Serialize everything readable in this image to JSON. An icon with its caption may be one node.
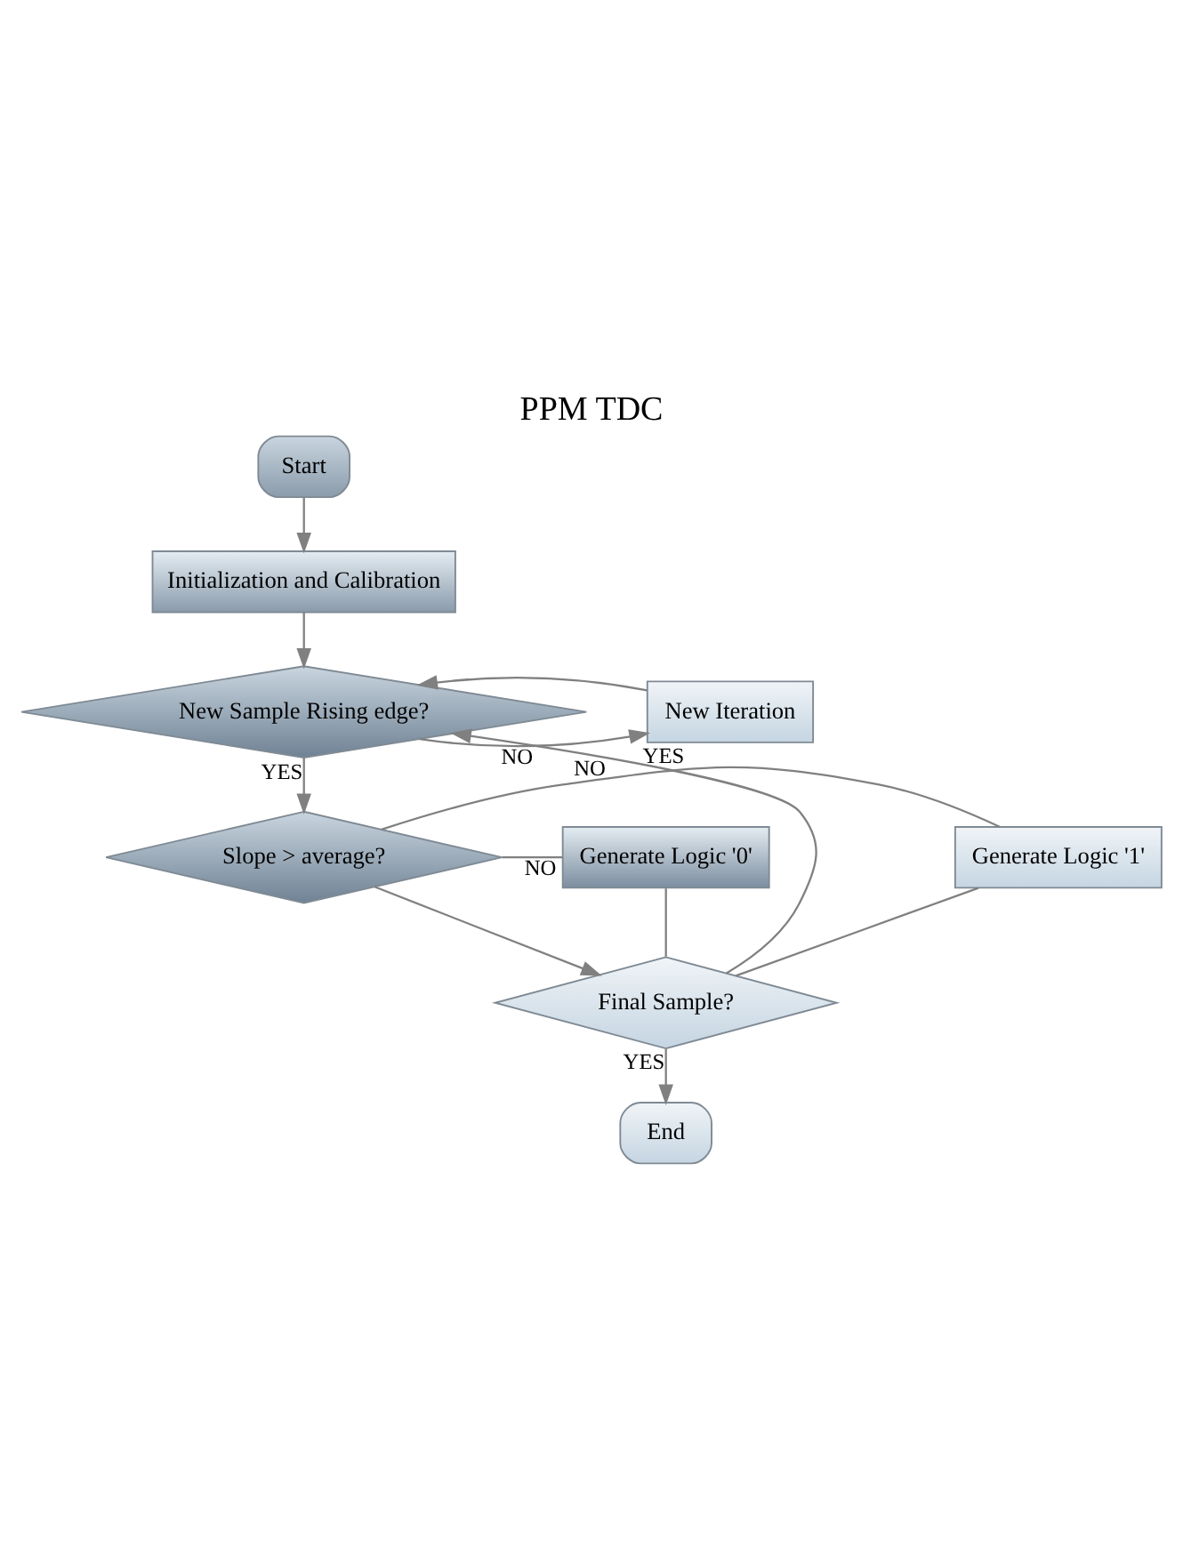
{
  "diagram": {
    "title": "PPM TDC",
    "nodes": [
      {
        "text": [
          "Start"
        ]
      },
      {
        "text": [
          "Initialization and Calibration"
        ]
      },
      {
        "text": [
          "New Sample Rising edge?"
        ]
      },
      {
        "text": [
          "New Iteration"
        ]
      },
      {
        "text": [
          "Generate Logic '1'"
        ]
      },
      {
        "text": [
          "Slope > average?"
        ]
      },
      {
        "text": [
          "Generate Logic '0'"
        ]
      },
      {
        "text": [
          "Final Sample?"
        ]
      },
      {
        "text": [
          "End"
        ]
      }
    ],
    "edges": [
      {
        "from": 0,
        "to": 1,
        "arrow": "to"
      },
      {
        "from": 1,
        "to": 2,
        "arrow": "to"
      },
      {
        "from": 2,
        "to": 3,
        "arrow": "to",
        "label": "NO"
      },
      {
        "from": 3,
        "to": 2,
        "arrow": "to"
      },
      {
        "from": 2,
        "to": 5,
        "arrow": "to",
        "label": "YES"
      },
      {
        "from": 5,
        "to": 4,
        "arrow": "none",
        "label": "YES"
      },
      {
        "from": 5,
        "to": 6,
        "arrow": "none",
        "label": "NO"
      },
      {
        "from": 5,
        "to": 7,
        "arrow": "to"
      },
      {
        "from": 4,
        "to": 7,
        "arrow": "none"
      },
      {
        "from": 6,
        "to": 7,
        "arrow": "none"
      },
      {
        "from": 7,
        "to": 2,
        "arrow": "to",
        "label": "NO"
      },
      {
        "from": 7,
        "to": 8,
        "arrow": "to",
        "label": "YES"
      }
    ]
  }
}
